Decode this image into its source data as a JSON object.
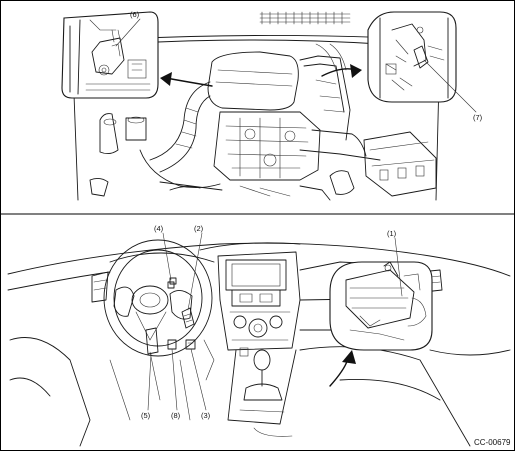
{
  "figure_code": "CC-00679",
  "callouts": {
    "c1": "(1)",
    "c2": "(2)",
    "c3": "(3)",
    "c4": "(4)",
    "c5": "(5)",
    "c6": "(6)",
    "c7": "(7)",
    "c8": "(8)"
  },
  "colors": {
    "line": "#1a1a1a",
    "frame": "#000000",
    "background": "#ffffff"
  },
  "icons": [
    "curved-arrow-icon"
  ]
}
